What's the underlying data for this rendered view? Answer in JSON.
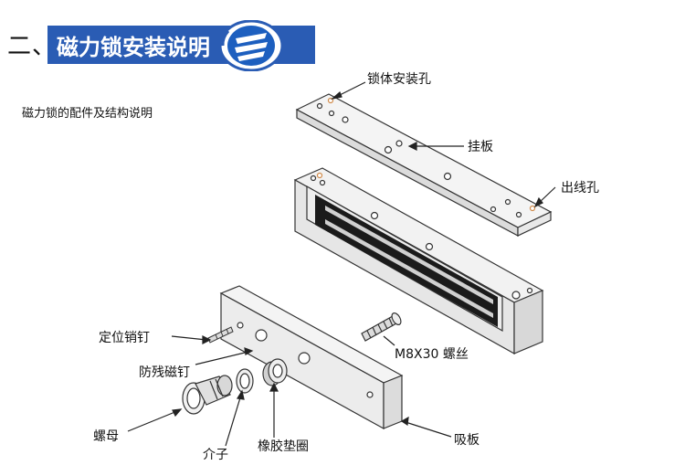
{
  "header": {
    "prefix": "二、",
    "title": "磁力锁安装说明"
  },
  "subtitle": "磁力锁的配件及结构说明",
  "labels": {
    "mount_hole": "锁体安装孔",
    "mount_plate": "挂板",
    "cable_hole": "出线孔",
    "screw": "M8X30 螺丝",
    "pin": "定位销钉",
    "anti_residual": "防残磁钉",
    "nut": "螺母",
    "washer": "介子",
    "rubber_washer": "橡胶垫圈",
    "armature": "吸板"
  },
  "colors": {
    "banner": "#2a5cb4",
    "line": "#333333",
    "metal_face": "#f4f4f4",
    "metal_side": "#dcdcdc",
    "coil": "#1b1b1b",
    "hole_accent": "#d08a4a"
  },
  "icons": [
    "company-logo-icon"
  ]
}
